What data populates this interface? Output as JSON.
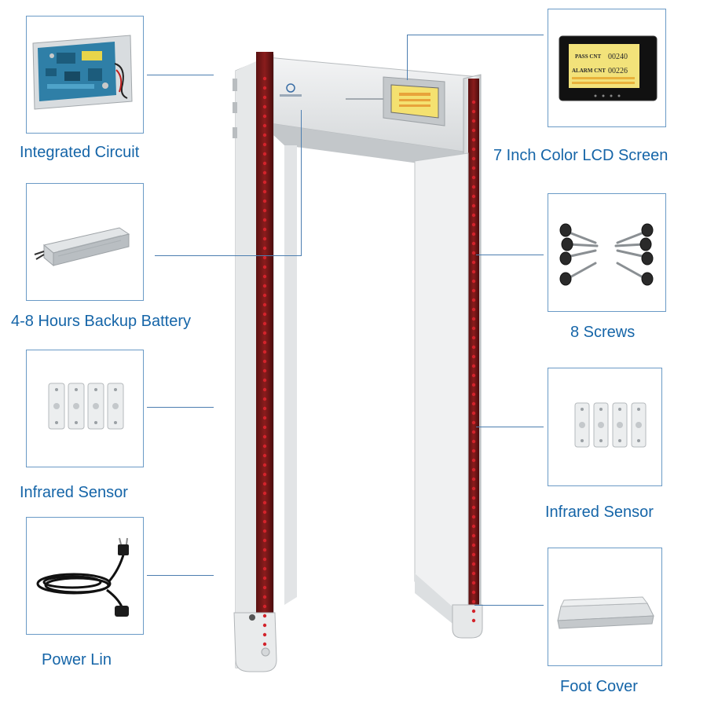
{
  "labels": {
    "integrated_circuit": "Integrated Circuit",
    "lcd_screen": "7 Inch Color LCD Screen",
    "backup_battery": "4-8 Hours Backup Battery",
    "screws": "8 Screws",
    "infrared_sensor_left": "Infrared Sensor",
    "infrared_sensor_right": "Infrared Sensor",
    "power_line": "Power Lin",
    "foot_cover": "Foot Cover"
  },
  "lcd_display": {
    "pass_label": "PASS CNT",
    "pass_value": "00240",
    "alarm_label": "ALARM CNT",
    "alarm_value": "00226"
  },
  "colors": {
    "caption": "#1565a8",
    "leader_line": "#4c7eb0",
    "panel_border": "#6a9ac6",
    "led_red": "#d3232b",
    "lcd_background": "#f2e27a"
  },
  "icons": [
    "circuit-board-icon",
    "lcd-screen-icon",
    "battery-icon",
    "screws-icon",
    "infrared-sensor-icon",
    "power-cord-icon",
    "foot-cover-icon"
  ]
}
